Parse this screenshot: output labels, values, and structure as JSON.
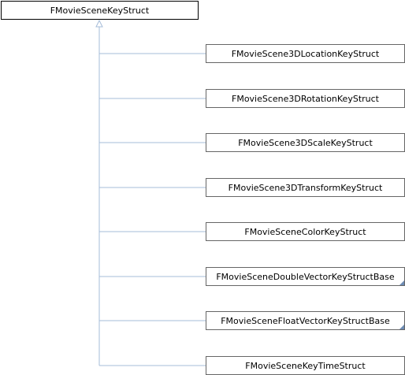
{
  "base_class": {
    "label": "FMovieSceneKeyStruct"
  },
  "derived_classes": [
    {
      "label": "FMovieScene3DLocationKeyStruct",
      "has_more": false
    },
    {
      "label": "FMovieScene3DRotationKeyStruct",
      "has_more": false
    },
    {
      "label": "FMovieScene3DScaleKeyStruct",
      "has_more": false
    },
    {
      "label": "FMovieScene3DTransformKeyStruct",
      "has_more": false
    },
    {
      "label": "FMovieSceneColorKeyStruct",
      "has_more": false
    },
    {
      "label": "FMovieSceneDoubleVectorKeyStructBase",
      "has_more": true
    },
    {
      "label": "FMovieSceneFloatVectorKeyStructBase",
      "has_more": true
    },
    {
      "label": "FMovieSceneKeyTimeStruct",
      "has_more": false
    }
  ],
  "colors": {
    "connector": "#a6bcd8",
    "base_border": "#000000",
    "derived_border": "#666666",
    "more_marker": "#6e8cb4"
  }
}
